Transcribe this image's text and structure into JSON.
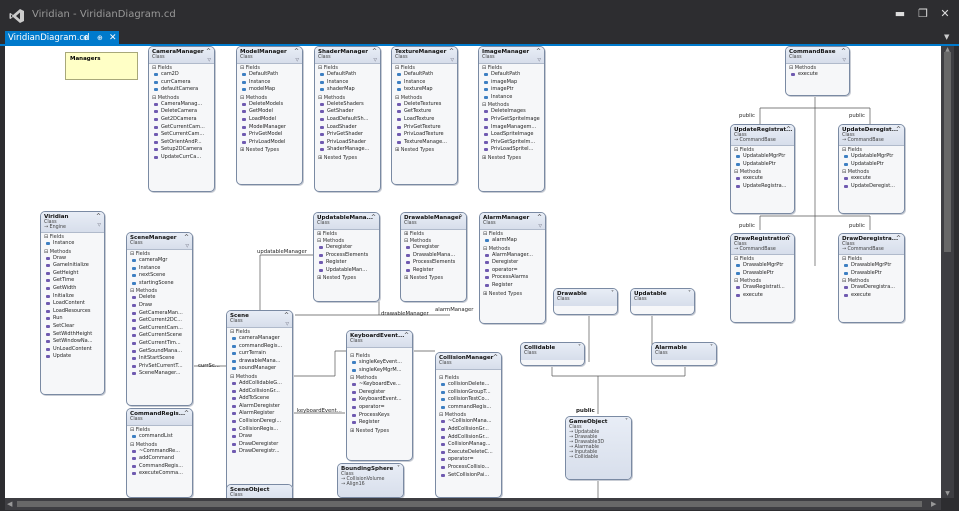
{
  "window": {
    "title": "Viridian - ViridianDiagram.cd",
    "minimize": "▬",
    "restore": "❐",
    "close": "✕"
  },
  "tab": {
    "label": "ViridianDiagram.cd",
    "pin": "⊕",
    "pin2": "⊕",
    "close": "✕"
  },
  "note": {
    "text": "Managers"
  },
  "labels": {
    "updatableManager": "updatableManager",
    "drawableManager": "drawableManager",
    "alarmManager": "alarmManager",
    "keyboardEvent": "keyboardEvent...",
    "currSc": "currSc...",
    "public_gameobject": "public",
    "public1": "public",
    "public2": "public",
    "public3": "public",
    "public4": "public"
  },
  "classes": {
    "CameraManager": {
      "name": "CameraManager",
      "kind": "Class",
      "fields_title": "Fields",
      "methods_title": "Methods",
      "fields": [
        "cam2D",
        "currCamera",
        "defaultCamera"
      ],
      "methods": [
        "CameraManag...",
        "DeleteCamera",
        "Get2DCamera",
        "GetCurrentCam...",
        "SetCurrentCam...",
        "SetOrientAndP...",
        "Setup2DCamera",
        "UpdateCurrCa..."
      ]
    },
    "ModelManager": {
      "name": "ModelManager",
      "kind": "Class",
      "fields_title": "Fields",
      "methods_title": "Methods",
      "nested": "Nested Types",
      "fields": [
        "DefaultPath",
        "Instance",
        "modelMap"
      ],
      "methods": [
        "DeleteModels",
        "GetModel",
        "LoadModel",
        "ModelManager",
        "PrivGetModel",
        "PrivLoadModel"
      ]
    },
    "ShaderManager": {
      "name": "ShaderManager",
      "kind": "Class",
      "fields_title": "Fields",
      "methods_title": "Methods",
      "nested": "Nested Types",
      "fields": [
        "DefaultPath",
        "Instance",
        "shaderMap"
      ],
      "methods": [
        "DeleteShaders",
        "GetShader",
        "LoadDefaultSh...",
        "LoadShader",
        "PrivGetShader",
        "PrivLoadShader",
        "ShaderManage..."
      ]
    },
    "TextureManager": {
      "name": "TextureManager",
      "kind": "Class",
      "fields_title": "Fields",
      "methods_title": "Methods",
      "nested": "Nested Types",
      "fields": [
        "DefaultPath",
        "Instance",
        "textureMap"
      ],
      "methods": [
        "DeleteTextures",
        "GetTexture",
        "LoadTexture",
        "PrivGetTexture",
        "PrivLoadTexture",
        "TextureManage..."
      ]
    },
    "ImageManager": {
      "name": "ImageManager",
      "kind": "Class",
      "fields_title": "Fields",
      "methods_title": "Methods",
      "nested": "Nested Types",
      "fields": [
        "DefaultPath",
        "imageMap",
        "imagePtr",
        "Instance"
      ],
      "methods": [
        "DeleteImages",
        "PrivGetSpriteImage",
        "ImageManagem...",
        "LoadSpriteImage",
        "PrivGetSpriteIm...",
        "PrivLoadSpriteI..."
      ]
    },
    "CommandBase": {
      "name": "CommandBase",
      "kind": "Class",
      "methods_title": "Methods",
      "methods": [
        "execute"
      ]
    },
    "UpdateRegistration": {
      "name": "UpdateRegistrat...",
      "kind": "Class",
      "base": "→ CommandBase",
      "fields_title": "Fields",
      "methods_title": "Methods",
      "fields": [
        "UpdatableMgrPtr",
        "UpdatablePtr"
      ],
      "methods": [
        "execute",
        "UpdateRegistra..."
      ]
    },
    "UpdateDeregistration": {
      "name": "UpdateDeregist...",
      "kind": "Class",
      "base": "→ CommandBase",
      "fields_title": "Fields",
      "methods_title": "Methods",
      "fields": [
        "UpdatableMgrPtr",
        "UpdatablePtr"
      ],
      "methods": [
        "execute",
        "UpdateDeregist..."
      ]
    },
    "DrawRegistration": {
      "name": "DrawRegistration",
      "kind": "Class",
      "base": "→ CommandBase",
      "fields_title": "Fields",
      "methods_title": "Methods",
      "fields": [
        "DrawableMgrPtr",
        "DrawablePtr"
      ],
      "methods": [
        "DrawRegistrati...",
        "execute"
      ]
    },
    "DrawDeregistration": {
      "name": "DrawDeregistra...",
      "kind": "Class",
      "base": "→ CommandBase",
      "fields_title": "Fields",
      "methods_title": "Methods",
      "fields": [
        "DrawableMgrPtr",
        "DrawablePtr"
      ],
      "methods": [
        "DrawDeregistra...",
        "execute"
      ]
    },
    "Viridian": {
      "name": "Viridian",
      "kind": "Class",
      "base": "→ Engine",
      "fields_title": "Fields",
      "methods_title": "Methods",
      "fields": [
        "Instance"
      ],
      "methods": [
        "Draw",
        "GameInitialize",
        "GetHeight",
        "GetTime",
        "GetWidth",
        "Initialize",
        "LoadContent",
        "LoadResources",
        "Run",
        "SetClear",
        "SetWidthHeight",
        "SetWindowNa...",
        "UnLoadContent",
        "Update"
      ]
    },
    "SceneManager": {
      "name": "SceneManager",
      "kind": "Class",
      "fields_title": "Fields",
      "methods_title": "Methods",
      "fields": [
        "cameraMgr",
        "Instance",
        "nextScene",
        "startingScene"
      ],
      "methods": [
        "Delete",
        "Draw",
        "GetCameraMan...",
        "GetCurrent2DC...",
        "GetCurrentCam...",
        "GetCurrentScene",
        "GetCurrentTim...",
        "GetSoundMana...",
        "InitStartScene",
        "PrivSetCurrentT...",
        "SceneManager..."
      ]
    },
    "CommandRegistration": {
      "name": "CommandRegis...",
      "kind": "Class",
      "fields_title": "Fields",
      "methods_title": "Methods",
      "fields": [
        "commandList"
      ],
      "methods": [
        "~CommandRe...",
        "addCommand",
        "CommandRegis...",
        "executeComma..."
      ]
    },
    "UpdatableManager": {
      "name": "UpdatableMana...",
      "kind": "Class",
      "fields_title": "Fields",
      "methods_title": "Methods",
      "nested": "Nested Types",
      "methods": [
        "Deregister",
        "ProcessElements",
        "Register",
        "UpdatableMan..."
      ]
    },
    "DrawableManager": {
      "name": "DrawableManager",
      "kind": "Class",
      "fields_title": "Fields",
      "methods_title": "Methods",
      "nested": "Nested Types",
      "methods": [
        "Deregister",
        "DrawableMana...",
        "ProcessElements",
        "Register"
      ]
    },
    "AlarmManager": {
      "name": "AlarmManager",
      "kind": "Class",
      "fields_title": "Fields",
      "methods_title": "Methods",
      "nested": "Nested Types",
      "fields": [
        "alarmMap"
      ],
      "methods": [
        "AlarmManager...",
        "Deregister",
        "operator=",
        "ProcessAlarms",
        "Register"
      ]
    },
    "Scene": {
      "name": "Scene",
      "kind": "Class",
      "fields_title": "Fields",
      "methods_title": "Methods",
      "fields": [
        "cameraManager",
        "commandRegis...",
        "currTerrain",
        "drawableMana...",
        "soundManager"
      ],
      "methods": [
        "AddCollidableG...",
        "AddCollisionGr...",
        "AddToScene",
        "AlarmDeregister",
        "AlarmRegister",
        "CollisionDeregi...",
        "CollisionRegis...",
        "Draw",
        "DrawDeregister",
        "DrawDeregistr..."
      ]
    },
    "KeyboardEvent": {
      "name": "KeyboardEvent...",
      "kind": "Class",
      "fields_title": "Fields",
      "methods_title": "Methods",
      "nested": "Nested Types",
      "fields": [
        "singleKeyEvent...",
        "singleKeyMgrM..."
      ],
      "methods": [
        "~KeyboardEve...",
        "Deregister",
        "KeyboardEvent...",
        "operator=",
        "ProcessKeys",
        "Register"
      ]
    },
    "CollisionManager": {
      "name": "CollisionManager",
      "kind": "Class",
      "fields_title": "Fields",
      "methods_title": "Methods",
      "fields": [
        "collisionDelete...",
        "collisionGroupT...",
        "collisionTestCo...",
        "commandRegis..."
      ],
      "methods": [
        "~CollisionMana...",
        "AddCollisionGr...",
        "AddCollisionGr...",
        "CollisionManag...",
        "ExecuteDeleteC...",
        "operator=",
        "ProcessCollisio...",
        "SetCollisionPai..."
      ]
    },
    "BoundingSphere": {
      "name": "BoundingSphere",
      "kind": "Class",
      "base_lines": [
        "→ CollisionVolume",
        "→ Align16"
      ]
    },
    "SceneObject": {
      "name": "SceneObject",
      "kind": "Class"
    },
    "Drawable": {
      "name": "Drawable",
      "kind": "Class"
    },
    "Updatable": {
      "name": "Updatable",
      "kind": "Class"
    },
    "Collidable": {
      "name": "Collidable",
      "kind": "Class"
    },
    "Alarmable": {
      "name": "Alarmable",
      "kind": "Class"
    },
    "GameObject": {
      "name": "GameObject",
      "kind": "Class",
      "bases": [
        "→ Updatable",
        "→ Drawable",
        "→ Drawable3D",
        "→ Alarmable",
        "→ Inputable",
        "→ Collidable"
      ]
    }
  }
}
